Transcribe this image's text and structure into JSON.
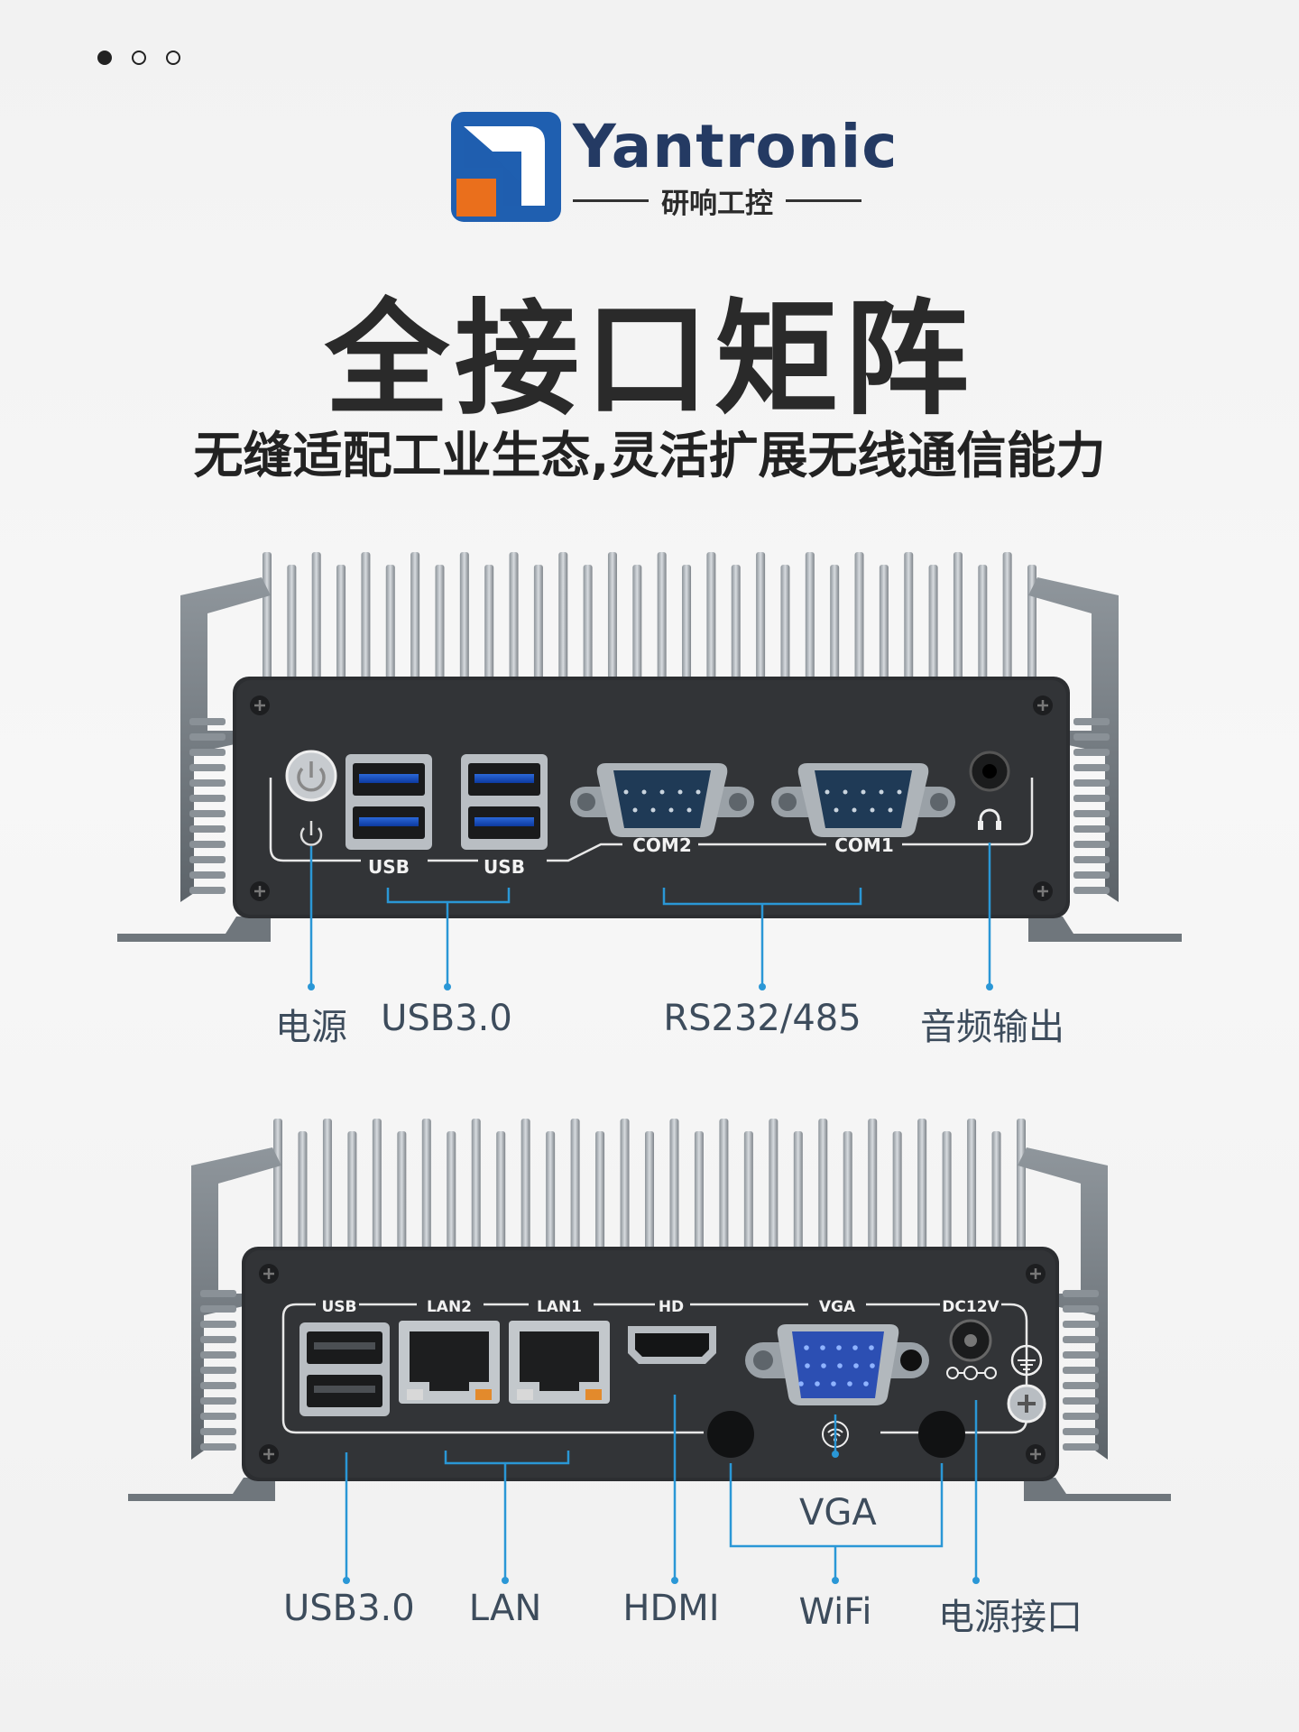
{
  "brand": {
    "name": "Yantronic",
    "subtitle": "研响工控"
  },
  "headline": "全接口矩阵",
  "subheadline": "无缝适配工业生态,灵活扩展无线通信能力",
  "pager": {
    "total": 3,
    "active": 0
  },
  "colors": {
    "accent": "#2a97d6",
    "logo_blue": "#1f5fb0",
    "logo_orange": "#ea6f1c"
  },
  "front_panel": {
    "port_labels": {
      "usb_a": "USB",
      "usb_b": "USB",
      "com2": "COM2",
      "com1": "COM1"
    },
    "callouts": {
      "power": "电源",
      "usb": "USB3.0",
      "serial": "RS232/485",
      "audio": "音频输出"
    }
  },
  "rear_panel": {
    "port_labels": {
      "usb": "USB",
      "lan2": "LAN2",
      "lan1": "LAN1",
      "hd": "HD",
      "vga": "VGA",
      "dc": "DC12V"
    },
    "callouts": {
      "usb": "USB3.0",
      "lan": "LAN",
      "hdmi": "HDMI",
      "vga": "VGA",
      "wifi": "WiFi",
      "power_jack": "电源接口"
    }
  }
}
